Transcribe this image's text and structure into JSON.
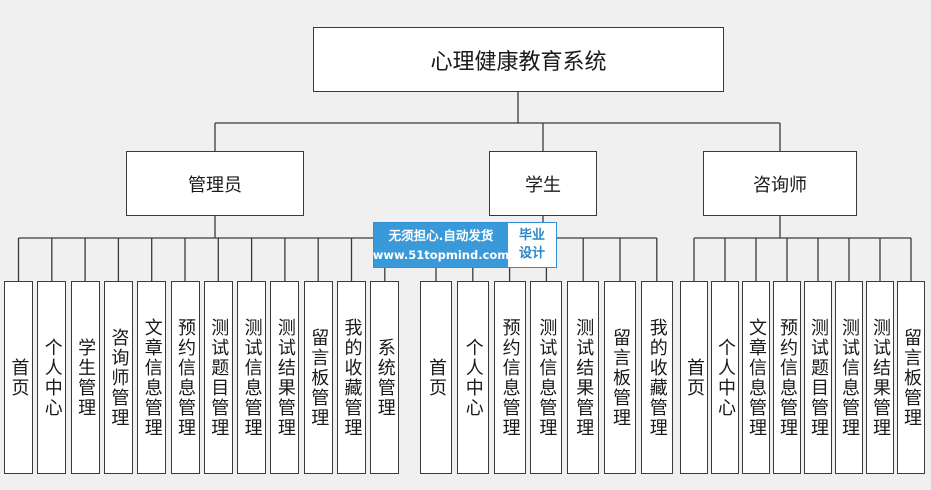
{
  "root": {
    "label": "心理健康教育系统"
  },
  "roles": [
    {
      "label": "管理员",
      "modules": [
        "首页",
        "个人中心",
        "学生管理",
        "咨询师管理",
        "文章信息管理",
        "预约信息管理",
        "测试题目管理",
        "测试信息管理",
        "测试结果管理",
        "留言板管理",
        "我的收藏管理",
        "系统管理"
      ]
    },
    {
      "label": "学生",
      "modules": [
        "首页",
        "个人中心",
        "预约信息管理",
        "测试信息管理",
        "测试结果管理",
        "留言板管理",
        "我的收藏管理"
      ]
    },
    {
      "label": "咨询师",
      "modules": [
        "首页",
        "个人中心",
        "文章信息管理",
        "预约信息管理",
        "测试题目管理",
        "测试信息管理",
        "测试结果管理",
        "留言板管理"
      ]
    }
  ],
  "watermark": {
    "line1": "无须担心.自动发货",
    "line2": "www.51topmind.com",
    "badge_line1": "毕业",
    "badge_line2": "设计"
  },
  "colors": {
    "line": "#3a3a3a",
    "box_border": "#3a3a3a",
    "background": "#f0f0f0",
    "watermark_blue": "#3a9ad9"
  }
}
